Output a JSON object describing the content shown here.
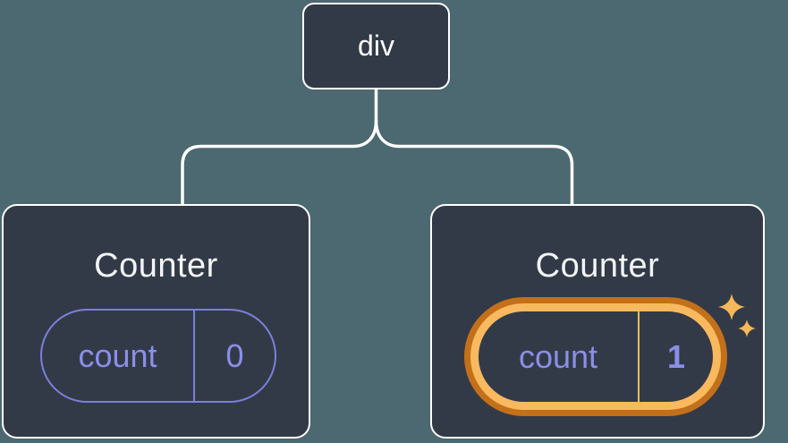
{
  "diagram": {
    "background_color": "#4C6870",
    "root": {
      "label": "div"
    },
    "children": [
      {
        "title": "Counter",
        "state": {
          "name": "count",
          "value": "0"
        },
        "highlighted": false
      },
      {
        "title": "Counter",
        "state": {
          "name": "count",
          "value": "1"
        },
        "highlighted": true
      }
    ],
    "colors": {
      "node_background": "#333A47",
      "node_border": "#FFFFFF",
      "connector": "#FFFFFF",
      "title_text": "#F2F4F7",
      "state_accent": "#8A8FE8",
      "state_border": "#7A80DB",
      "highlight_ring_outer": "#C3701A",
      "highlight_ring_inner": "#F9B95F",
      "sparkle": "#F6B75A"
    },
    "sparkle_icon_glyph": "✦"
  }
}
